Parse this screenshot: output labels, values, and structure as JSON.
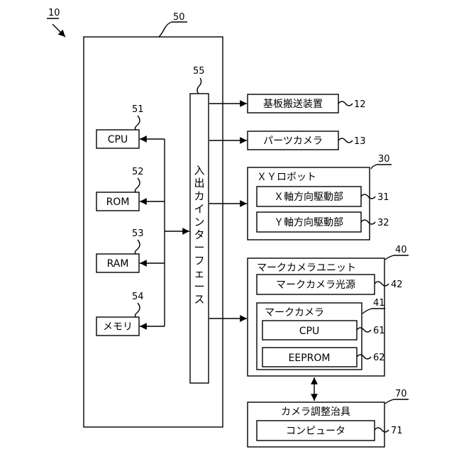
{
  "refs": {
    "system": "10",
    "controller": "50",
    "io": "55",
    "cpu": "51",
    "rom": "52",
    "ram": "53",
    "memory": "54",
    "board_transfer": "12",
    "parts_camera": "13",
    "xy_robot": "30",
    "x_drive": "31",
    "y_drive": "32",
    "mark_camera_unit": "40",
    "mark_light": "42",
    "mark_camera": "41",
    "camera_cpu": "61",
    "eeprom": "62",
    "jig": "70",
    "computer": "71"
  },
  "labels": {
    "cpu": "CPU",
    "rom": "ROM",
    "ram": "RAM",
    "memory": "メモリ",
    "io_chars": [
      "入",
      "出",
      "カ",
      "イ",
      "ン",
      "タ",
      "ー",
      "フ",
      "ェ",
      "ー",
      "ス"
    ],
    "board_transfer": "基板搬送装置",
    "parts_camera": "パーツカメラ",
    "xy_robot": "ＸＹロボット",
    "x_drive": "Ｘ軸方向駆動部",
    "y_drive": "Ｙ軸方向駆動部",
    "mark_camera_unit": "マークカメラユニット",
    "mark_light": "マークカメラ光源",
    "mark_camera": "マークカメラ",
    "camera_cpu": "CPU",
    "eeprom": "EEPROM",
    "jig": "カメラ調整治具",
    "computer": "コンピュータ"
  }
}
